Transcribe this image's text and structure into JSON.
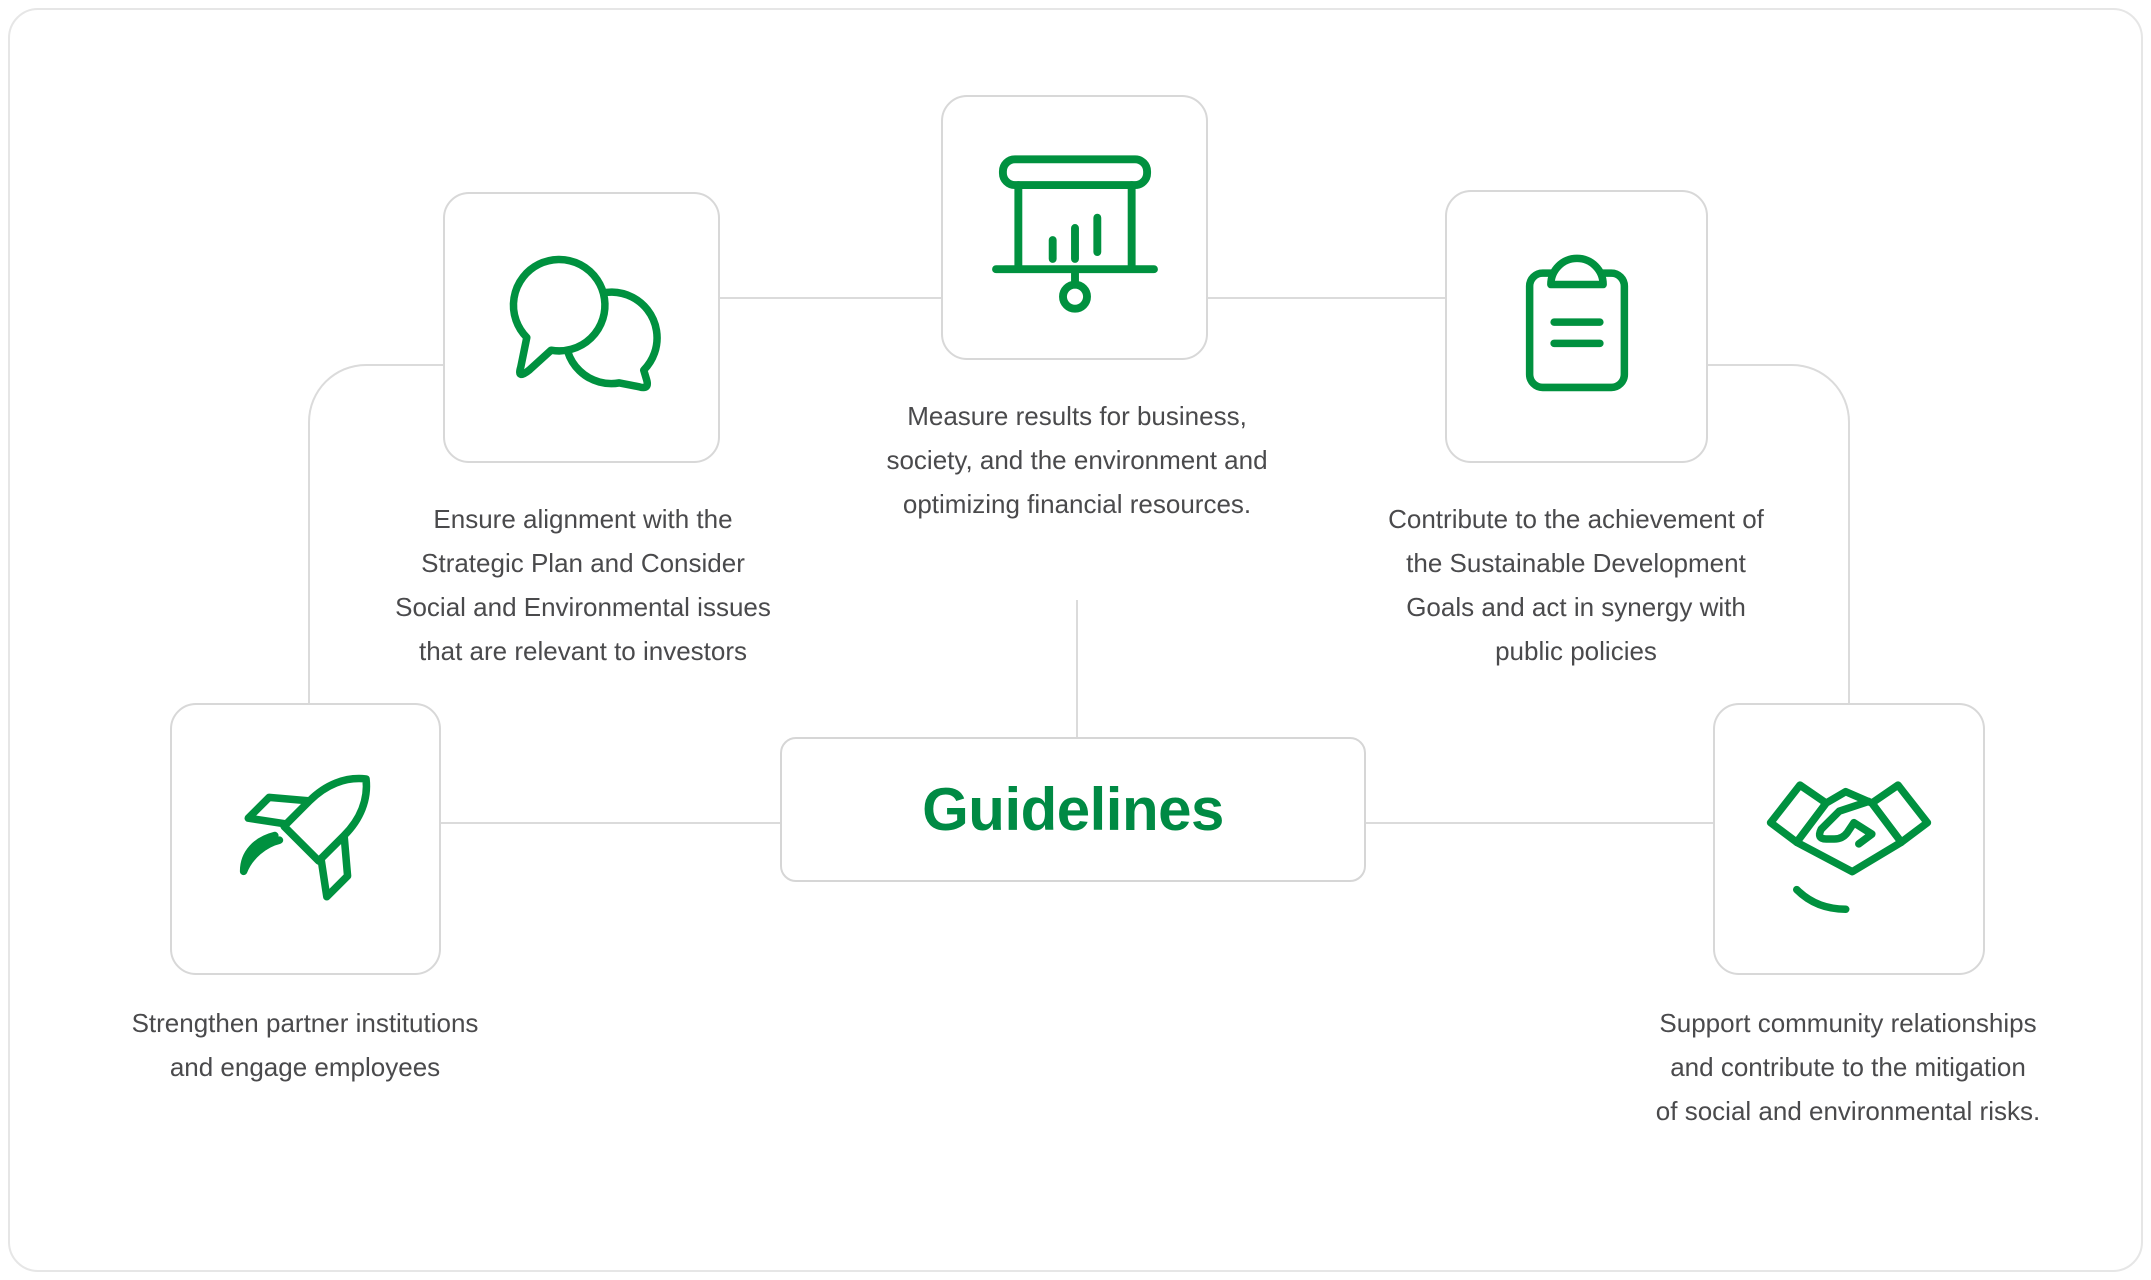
{
  "colors": {
    "green": "#00913F",
    "green_text": "#008A44",
    "line": "#DBDBDB",
    "card_border": "#D8D8D8",
    "text": "#4A4A4C",
    "background": "#FFFFFF"
  },
  "center": {
    "label": "Guidelines"
  },
  "cards": {
    "alignment": {
      "icon": "chat-bubbles-icon",
      "lines": [
        "Ensure alignment with the",
        "Strategic Plan and Consider",
        "Social and Environmental issues",
        "that are relevant to investors"
      ]
    },
    "measure": {
      "icon": "presentation-chart-icon",
      "lines": [
        "Measure results for business,",
        "society, and the environment and",
        "optimizing financial resources."
      ]
    },
    "sdg": {
      "icon": "clipboard-icon",
      "lines": [
        "Contribute to the achievement of",
        "the Sustainable Development",
        "Goals and act in synergy with",
        "public policies"
      ]
    },
    "partners": {
      "icon": "rocket-icon",
      "lines": [
        "Strengthen partner institutions",
        "and engage employees"
      ]
    },
    "community": {
      "icon": "handshake-icon",
      "lines": [
        "Support community relationships",
        "and contribute to the mitigation",
        "of social and environmental risks."
      ]
    }
  }
}
